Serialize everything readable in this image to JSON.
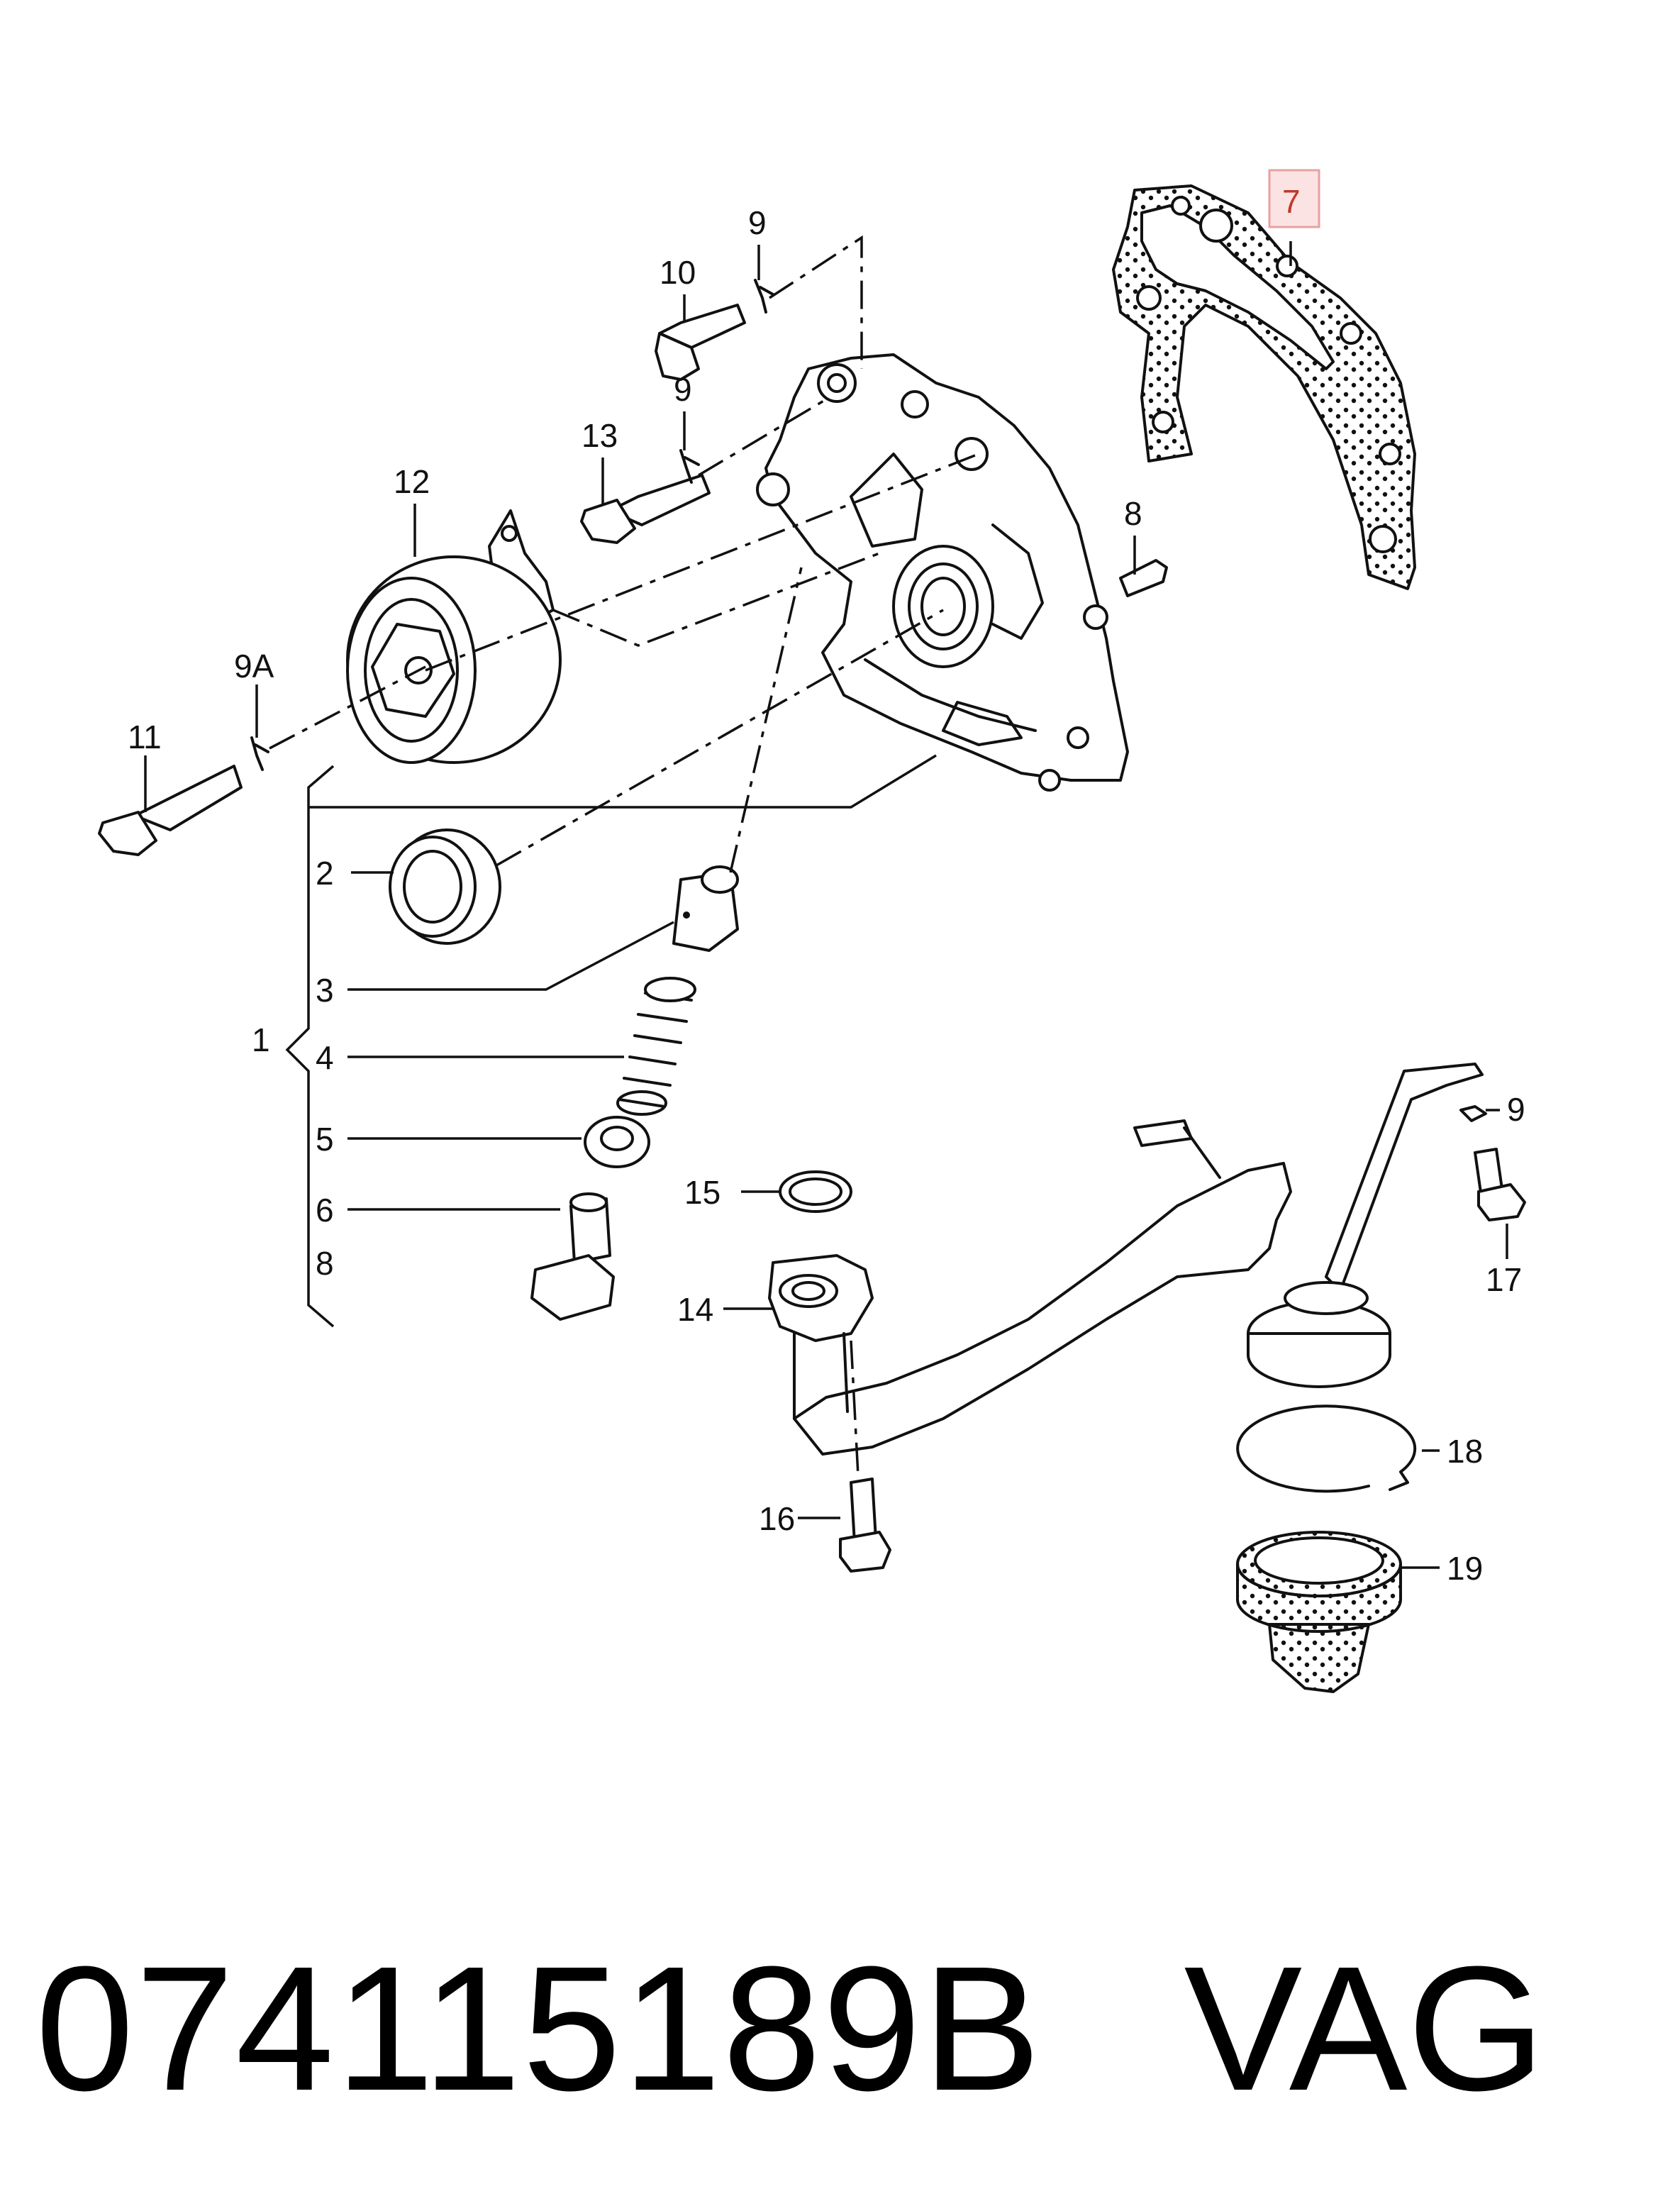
{
  "callouts": {
    "c1": "1",
    "c2": "2",
    "c3": "3",
    "c4": "4",
    "c5": "5",
    "c6": "6",
    "c7": "7",
    "c8a": "8",
    "c8b": "8",
    "c9a": "9",
    "c9b": "9",
    "c9c": "9",
    "c9A": "9A",
    "c10": "10",
    "c11": "11",
    "c12": "12",
    "c13": "13",
    "c14": "14",
    "c15": "15",
    "c16": "16",
    "c17": "17",
    "c18": "18",
    "c19": "19"
  },
  "highlight_color": "#e8a0a0",
  "footer": {
    "part_number": "074115189B",
    "manufacturer": "VAG"
  }
}
